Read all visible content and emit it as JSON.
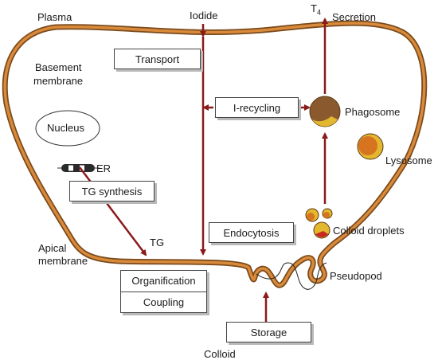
{
  "labels": {
    "plasma": "Plasma",
    "basement_line1": "Basement",
    "basement_line2": "membrane",
    "apical_line1": "Apical",
    "apical_line2": "membrane",
    "nucleus": "Nucleus",
    "er": "ER",
    "tg": "TG",
    "iodide": "Iodide",
    "t4_main": "T",
    "t4_sub": "4",
    "secretion": "Secretion",
    "phagosome": "Phagosome",
    "lysosome": "Lysosome",
    "colloid_droplets": "Colloid droplets",
    "pseudopod": "Pseudopod",
    "colloid": "Colloid"
  },
  "boxes": {
    "transport": "Transport",
    "i_recycling": "I-recycling",
    "tg_synthesis": "TG synthesis",
    "endocytosis": "Endocytosis",
    "organification": "Organification",
    "coupling": "Coupling",
    "storage": "Storage"
  },
  "colors": {
    "membrane_outer": "#7a4a1c",
    "membrane_fill": "#d98a3a",
    "arrow": "#8b1a1a",
    "vesicle_gold": "#e3b82e",
    "vesicle_brown": "#8a5a2e",
    "vesicle_orange": "#d6741f"
  }
}
